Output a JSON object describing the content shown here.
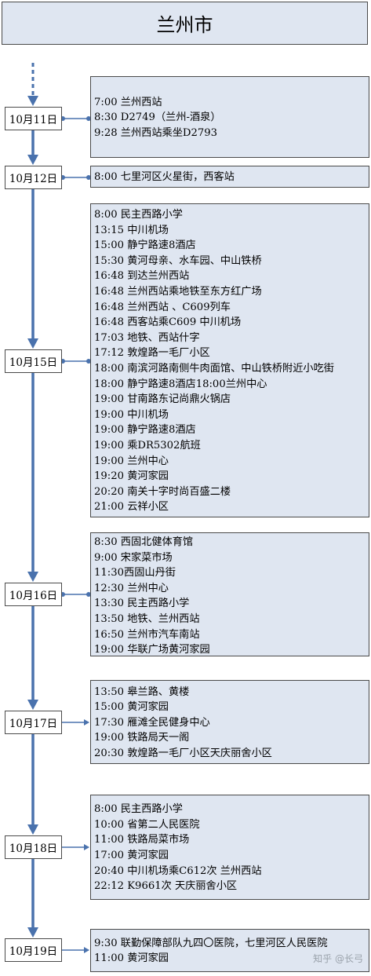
{
  "title": "兰州市",
  "watermark": "知乎 @长弓",
  "days": [
    {
      "date": "10月11日",
      "events": [
        "7:00 兰州西站",
        "8:30 D2749（兰州-酒泉）",
        "9:28 兰州西站乘坐D2793"
      ]
    },
    {
      "date": "10月12日",
      "events": [
        "8:00 七里河区火星街，西客站"
      ]
    },
    {
      "date": "10月15日",
      "events": [
        "8:00 民主西路小学",
        "13:15 中川机场",
        "15:00 静宁路速8酒店",
        "15:30 黄河母亲、水车园、中山铁桥",
        "16:48 到达兰州西站",
        "16:48 兰州西站乘地铁至东方红广场",
        "16:48 兰州西站 、C609列车",
        "16:48 西客站乘C609 中川机场",
        "17:03 地铁、西站什字",
        "17:12 敦煌路一毛厂小区",
        "18:00 南滨河路南侧牛肉面馆、中山铁桥附近小吃街",
        "18:00 静宁路速8酒店18:00兰州中心",
        "19:00 甘南路东记尚鼎火锅店",
        "19:00 中川机场",
        "19:00 静宁路速8酒店",
        "19:00 乘DR5302航班",
        "19:00 兰州中心",
        "19:20 黄河家园",
        "20:20 南关十字时尚百盛二楼",
        "21:00 云祥小区"
      ]
    },
    {
      "date": "10月16日",
      "events": [
        "8:30 西固北健体育馆",
        "9:00 宋家菜市场",
        "11:30西固山丹街",
        "12:30 兰州中心",
        "13:30 民主西路小学",
        "13:50 地铁、兰州西站",
        "16:50 兰州市汽车南站",
        "19:00 华联广场黄河家园"
      ]
    },
    {
      "date": "10月17日",
      "events": [
        "13:50 皋兰路、黄楼",
        "15:00 黄河家园",
        "17:30 雁滩全民健身中心",
        "19:00 铁路局天一阁",
        "20:30 敦煌路一毛厂小区天庆丽舍小区"
      ]
    },
    {
      "date": "10月18日",
      "events": [
        "8:00  民主西路小学",
        "10:00 省第二人民医院",
        "11:00 铁路局菜市场",
        "17:00 黄河家园",
        "20:40 中川机场乘C612次 兰州西站",
        "22:12 K9661次 天庆丽舍小区"
      ]
    },
    {
      "date": "10月19日",
      "events": [
        "9:30  联勤保障部队九四〇医院，七里河区人民医院",
        "11:00 黄河家园"
      ]
    }
  ],
  "colors": {
    "timeline": "#4a72ad",
    "box_fill": "#dfe6f1",
    "border": "#4a4a4a"
  }
}
